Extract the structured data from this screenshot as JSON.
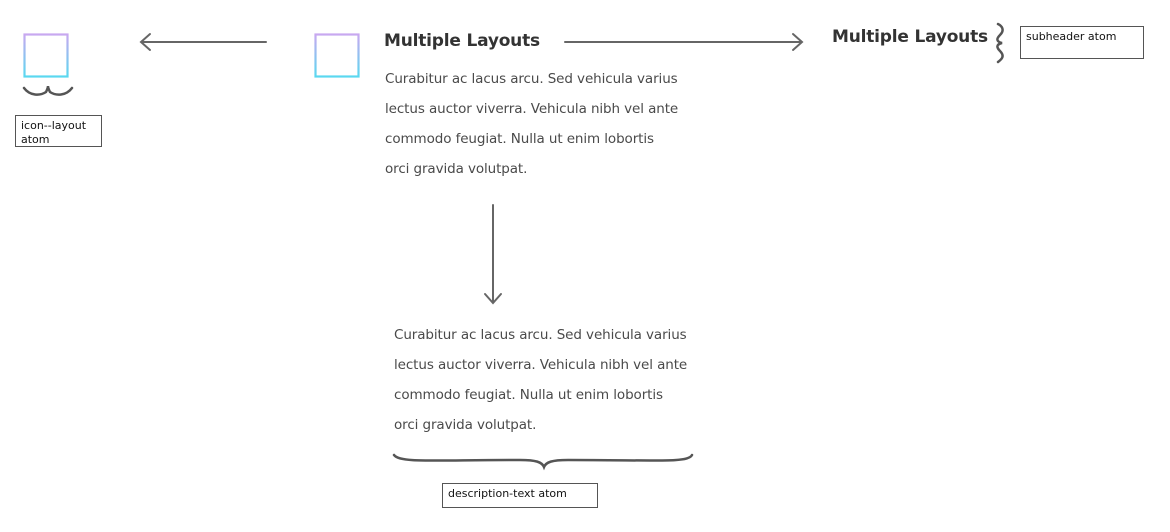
{
  "diagram": {
    "heading_text": "Multiple Layouts",
    "description_lines": [
      "Curabitur ac lacus arcu. Sed vehicula varius",
      "lectus auctor viverra. Vehicula nibh vel ante",
      "commodo feugiat. Nulla ut enim lobortis",
      "orci gravida volutpat."
    ],
    "annotations": {
      "icon": [
        "icon--layout",
        "atom"
      ],
      "subheader": "subheader atom",
      "description": "description-text atom"
    },
    "icons": {
      "layout": "layout-icon",
      "arrow_left": "arrow-left-icon",
      "arrow_right": "arrow-right-icon",
      "arrow_down": "arrow-down-icon",
      "brace": "curly-brace-icon"
    },
    "colors": {
      "icon_gradient_top": "#c8a8f0",
      "icon_gradient_bottom": "#5ad8f0",
      "arrow": "#666666",
      "text": "#4a4a4a",
      "heading": "#333333"
    }
  }
}
